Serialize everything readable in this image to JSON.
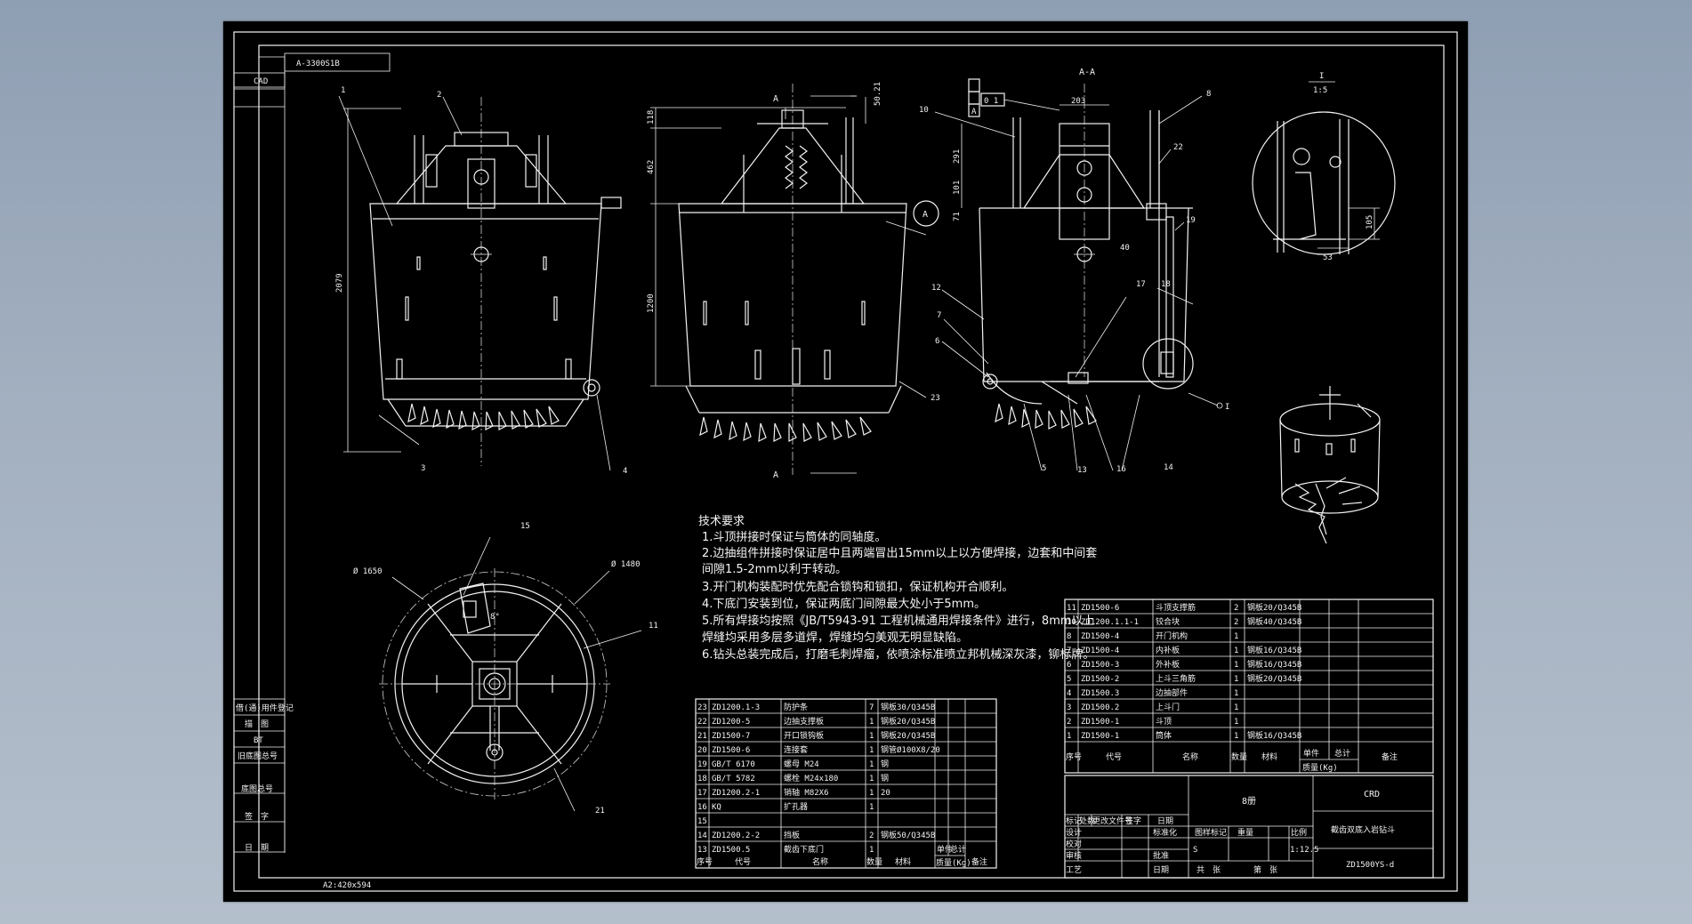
{
  "drawing": {
    "top_label": "A-3300S1B",
    "cad_tag": "CAD",
    "bottom_left_code": "A2:420x594",
    "section_label": "A-A",
    "section_arrow": "A",
    "detail_scale_num": "I",
    "detail_scale_den": "1:5",
    "detail_marker": "I",
    "datum_a": "A",
    "dimensions": {
      "d2079": "2079",
      "d118": "118",
      "d462": "462",
      "d1200": "1200",
      "d5021": "50.21",
      "d291": "291",
      "d101": "101",
      "d71": "71",
      "d203": "203",
      "d40": "40",
      "d105": "105",
      "d53": "53",
      "dia1650": "Ø 1650",
      "dia1480": "Ø 1480",
      "angle": "8°",
      "tol": "0 1"
    },
    "balloons": [
      "1",
      "2",
      "3",
      "4",
      "5",
      "6",
      "7",
      "8",
      "10",
      "11",
      "12",
      "13",
      "14",
      "15",
      "16",
      "17",
      "18",
      "19",
      "21",
      "22",
      "23"
    ]
  },
  "tech_requirements": {
    "title": "技术要求",
    "lines": [
      "1.斗顶拼接时保证与筒体的同轴度。",
      "2.边抽组件拼接时保证居中且两端冒出15mm以上以方便焊接，边套和中间套",
      "间隙1.5-2mm以利于转动。",
      "3.开门机构装配时优先配合锁钩和锁扣，保证机构开合顺利。",
      "4.下底门安装到位，保证两底门间隙最大处小于5mm。",
      "5.所有焊接均按照《JB/T5943-91 工程机械通用焊接条件》进行，8mm以上",
      "焊缝均采用多层多道焊，焊缝均匀美观无明显缺陷。",
      "6.钻头总装完成后，打磨毛刺焊瘤，依喷涂标准喷立邦机械深灰漆，铆标牌。"
    ]
  },
  "left_strip": {
    "labels": [
      "借(通)用件登记",
      "描　图",
      "BT",
      "旧底图总号",
      "底图总号",
      "签　字",
      "日　期"
    ]
  },
  "bom_left": {
    "headers": [
      "序号",
      "代号",
      "名称",
      "数量",
      "材料",
      "单件",
      "总计",
      "备注"
    ],
    "weight_label": "质量(Kg)",
    "rows": [
      [
        "23",
        "ZD1200.1-3",
        "防护条",
        "7",
        "钢板30/Q345B"
      ],
      [
        "22",
        "ZD1200-5",
        "边抽支撑板",
        "1",
        "钢板20/Q345B"
      ],
      [
        "21",
        "ZD1500-7",
        "开口锁钩板",
        "1",
        "钢板20/Q345B"
      ],
      [
        "20",
        "ZD1500-6",
        "连接套",
        "1",
        "钢管Ø100X8/20"
      ],
      [
        "19",
        "GB/T 6170",
        "螺母 M24",
        "1",
        "钢"
      ],
      [
        "18",
        "GB/T 5782",
        "螺栓 M24x180",
        "1",
        "钢"
      ],
      [
        "17",
        "ZD1200.2-1",
        "销轴 M82X6",
        "1",
        "20"
      ],
      [
        "16",
        "KQ",
        "扩孔器",
        "1",
        ""
      ],
      [
        "15",
        "",
        "",
        "",
        ""
      ],
      [
        "14",
        "ZD1200.2-2",
        "挡板",
        "2",
        "钢板50/Q345B"
      ],
      [
        "13",
        "ZD1500.5",
        "截齿下底门",
        "1",
        ""
      ]
    ]
  },
  "bom_right": {
    "headers": [
      "序号",
      "代号",
      "名称",
      "数量",
      "材料",
      "单件",
      "总计",
      "备注"
    ],
    "weight_label": "质量(Kg)",
    "rows": [
      [
        "11",
        "ZD1500-6",
        "斗顶支撑筋",
        "2",
        "钢板20/Q345B"
      ],
      [
        "10",
        "ZD1200.1.1-1",
        "铰合块",
        "2",
        "钢板40/Q345B"
      ],
      [
        "8",
        "ZD1500-4",
        "开门机构",
        "1",
        ""
      ],
      [
        "7",
        "ZD1500-4",
        "内补板",
        "1",
        "钢板16/Q345B"
      ],
      [
        "6",
        "ZD1500-3",
        "外补板",
        "1",
        "钢板16/Q345B"
      ],
      [
        "5",
        "ZD1500-2",
        "上斗三角筋",
        "1",
        "钢板20/Q345B"
      ],
      [
        "4",
        "ZD1500.3",
        "边抽部件",
        "1",
        ""
      ],
      [
        "3",
        "ZD1500.2",
        "上斗门",
        "1",
        ""
      ],
      [
        "2",
        "ZD1500-1",
        "斗顶",
        "1",
        ""
      ],
      [
        "1",
        "ZD1500-1",
        "筒体",
        "1",
        "钢板16/Q345B"
      ]
    ]
  },
  "title_block": {
    "material": "8册",
    "company": "CRD",
    "product_name": "截齿双底入岩钻斗",
    "drawing_no": "ZD1500YS-d",
    "row_labels": [
      "标记",
      "处数",
      "更改文件号",
      "签字",
      "日期"
    ],
    "roles": [
      "设计",
      "校对",
      "审核",
      "工艺"
    ],
    "std_label": "标准化",
    "approve_label": "批准",
    "date_label": "日期",
    "stage_label": "图样标记",
    "weight_label": "重量",
    "scale_label": "比例",
    "stage_value": "S",
    "scale_value": "1:12.5",
    "sheet_total_label": "共　张",
    "sheet_label": "第　张"
  }
}
